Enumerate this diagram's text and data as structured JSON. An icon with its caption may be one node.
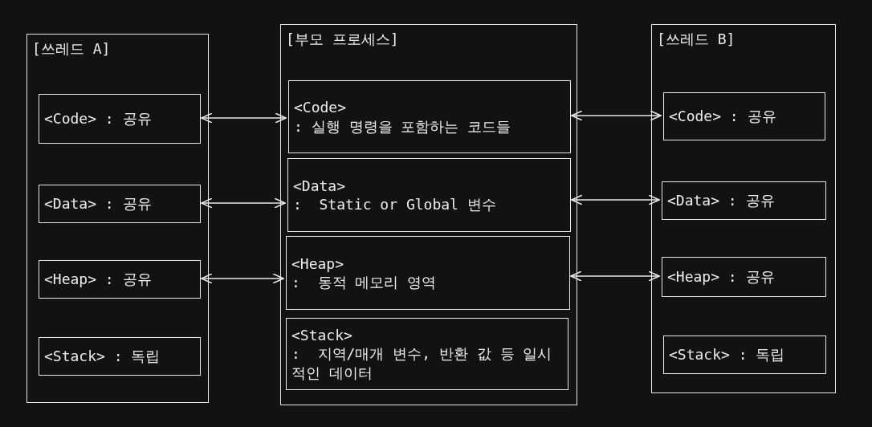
{
  "diagram": {
    "nodes": [
      {
        "text": [
          "[쓰레드 A]"
        ]
      },
      {
        "text": [
          "<Code> : 공유"
        ],
        "in": 0
      },
      {
        "text": [
          "<Data> : 공유"
        ],
        "in": 0
      },
      {
        "text": [
          "<Heap> : 공유"
        ],
        "in": 0
      },
      {
        "text": [
          "<Stack> : 독립"
        ],
        "in": 0
      },
      {
        "text": [
          "[부모 프로세스]"
        ]
      },
      {
        "text": [
          "<Code>",
          ": 실행 명령을 포함하는 코드들"
        ],
        "in": 5
      },
      {
        "text": [
          "<Data>",
          ":  Static or Global 변수"
        ],
        "in": 5
      },
      {
        "text": [
          "<Heap>",
          ":  동적 메모리 영역"
        ],
        "in": 5
      },
      {
        "text": [
          "<Stack>",
          ":  지역/매개 변수, 반환 값 등 일시적인 데이터"
        ],
        "in": 5
      },
      {
        "text": [
          "[쓰레드 B]"
        ]
      },
      {
        "text": [
          "<Code> : 공유"
        ],
        "in": 10
      },
      {
        "text": [
          "<Data> : 공유"
        ],
        "in": 10
      },
      {
        "text": [
          "<Heap> : 공유"
        ],
        "in": 10
      },
      {
        "text": [
          "<Stack> : 독립"
        ],
        "in": 10
      }
    ],
    "edges": [
      {
        "from": 1,
        "to": 6,
        "arrow": "both"
      },
      {
        "from": 2,
        "to": 7,
        "arrow": "both"
      },
      {
        "from": 3,
        "to": 8,
        "arrow": "both"
      },
      {
        "from": 6,
        "to": 11,
        "arrow": "both"
      },
      {
        "from": 7,
        "to": 12,
        "arrow": "both"
      },
      {
        "from": 8,
        "to": 13,
        "arrow": "both"
      }
    ]
  }
}
